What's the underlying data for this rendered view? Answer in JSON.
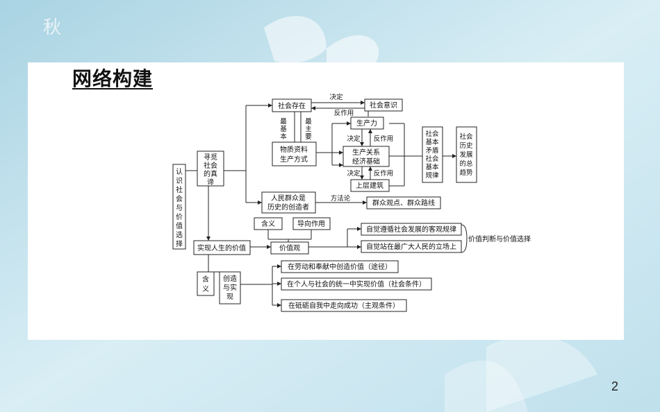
{
  "title": "网络构建",
  "page_number": "2",
  "nodes": {
    "recognize": [
      "认",
      "识",
      "社",
      "会",
      "与",
      "价",
      "值",
      "选",
      "择"
    ],
    "seek_truth": [
      "寻觅",
      "社会",
      "的真",
      "谛"
    ],
    "social_existence": "社会存在",
    "social_consciousness": "社会意识",
    "material_production": [
      "物质资料",
      "生产方式"
    ],
    "productive_forces": "生产力",
    "production_relations": [
      "生产关系",
      "经济基础"
    ],
    "superstructure": "上层建筑",
    "basic_contradiction": [
      "社会",
      "基本",
      "矛盾",
      "社会",
      "基本",
      "规律"
    ],
    "general_trend": [
      "社会",
      "历史",
      "发展",
      "的总",
      "趋势"
    ],
    "people_masses": [
      "人民群众是",
      "历史的创造者"
    ],
    "mass_viewpoint": "群众观点、群众路线",
    "meaning_1": "含义",
    "guiding_role": "导向作用",
    "value_view": "价值观",
    "realize_value": "实现人生的价值",
    "obey_law": "自觉遵循社会发展的客观规律",
    "stand_people": "自觉站在最广大人民的立场上",
    "value_judgment": "价值判断与价值选择",
    "meaning_2": [
      "含",
      "义"
    ],
    "create_realize": [
      "创造",
      "与实",
      "现"
    ],
    "labor_dedication": "在劳动和奉献中创造价值（途径）",
    "unity": "在个人与社会的统一中实现价值（社会条件）",
    "self_discipline": "在砥砺自我中走向成功（主观条件）"
  },
  "edge_labels": {
    "decide": "决定",
    "react": "反作用",
    "most_basic": [
      "最",
      "基",
      "本"
    ],
    "most_main": [
      "最",
      "主",
      "要"
    ],
    "methodology": "方法论"
  }
}
